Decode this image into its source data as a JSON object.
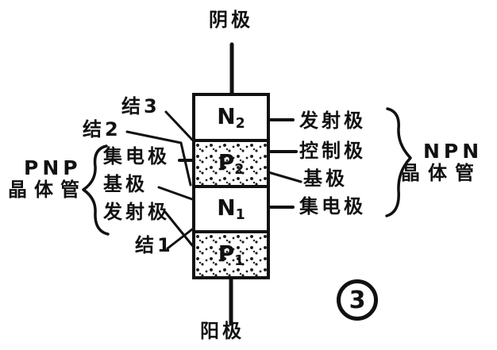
{
  "diagram": {
    "cathode_label": "阴极",
    "anode_label": "阳极",
    "figure_number": "3",
    "layers": [
      {
        "main": "N",
        "sub": "2"
      },
      {
        "main": "P",
        "sub": "2"
      },
      {
        "main": "N",
        "sub": "1"
      },
      {
        "main": "P",
        "sub": "1"
      }
    ],
    "junctions": {
      "j3": "结3",
      "j2": "结2",
      "j1": "结1"
    },
    "pnp": {
      "line1": "PNP",
      "line2": "晶体管",
      "electrodes": [
        "集电极",
        "基极",
        "发射极"
      ]
    },
    "npn": {
      "line1": "NPN",
      "line2": "晶体管",
      "electrodes": [
        "发射极",
        "控制极",
        "基极",
        "集电极"
      ]
    },
    "colors": {
      "ink": "#111111",
      "paper": "#ffffff"
    }
  }
}
